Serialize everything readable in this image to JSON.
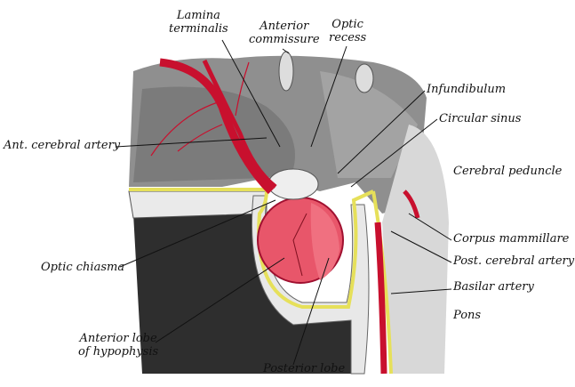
{
  "labels": {
    "lamina_terminalis": [
      "Lamina",
      "terminalis"
    ],
    "anterior_commissure": [
      "Anterior",
      "commissure"
    ],
    "optic_recess": [
      "Optic",
      "recess"
    ],
    "infundibulum": "Infundibulum",
    "circular_sinus": "Circular sinus",
    "ant_cerebral_artery": "Ant. cerebral artery",
    "cerebral_peduncle": "Cerebral peduncle",
    "corpus_mammillare": "Corpus mammillare",
    "post_cerebral_artery": "Post. cerebral artery",
    "basilar_artery": "Basilar artery",
    "pons": "Pons",
    "optic_chiasma": "Optic chiasma",
    "anterior_lobe": [
      "Anterior lobe",
      "of hypophysis"
    ],
    "posterior_lobe": "Posterior lobe"
  },
  "colors": {
    "artery": "#c8102e",
    "gland": "#e8566a",
    "tissue": "#8a8a8a",
    "dark": "#2e2e2e",
    "dura": "#e6e05a"
  }
}
